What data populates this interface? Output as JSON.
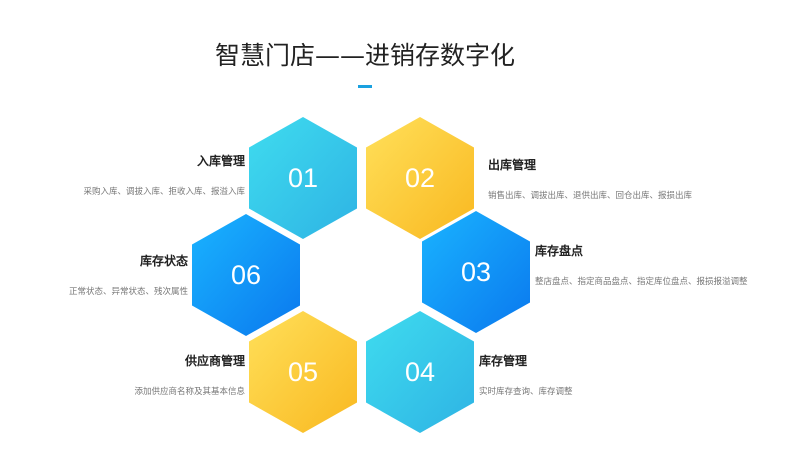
{
  "title": "智慧门店——进销存数字化",
  "colors": {
    "cyan": "#33c6ea",
    "yellow": "#fcc832",
    "blue": "#0f93fa",
    "accent": "#1aa1e0"
  },
  "items": [
    {
      "num": "01",
      "heading": "入库管理",
      "desc": "采购入库、调拔入库、拒收入库、报溢入库"
    },
    {
      "num": "02",
      "heading": "出库管理",
      "desc": "销售出库、调拔出库、退供出库、回仓出库、报损出库"
    },
    {
      "num": "03",
      "heading": "库存盘点",
      "desc": "整店盘点、指定商品盘点、指定库位盘点、报损报溢调整"
    },
    {
      "num": "04",
      "heading": "库存管理",
      "desc": "实时库存查询、库存调整"
    },
    {
      "num": "05",
      "heading": "供应商管理",
      "desc": "添加供应商名称及其基本信息"
    },
    {
      "num": "06",
      "heading": "库存状态",
      "desc": "正常状态、异常状态、残次属性"
    }
  ]
}
